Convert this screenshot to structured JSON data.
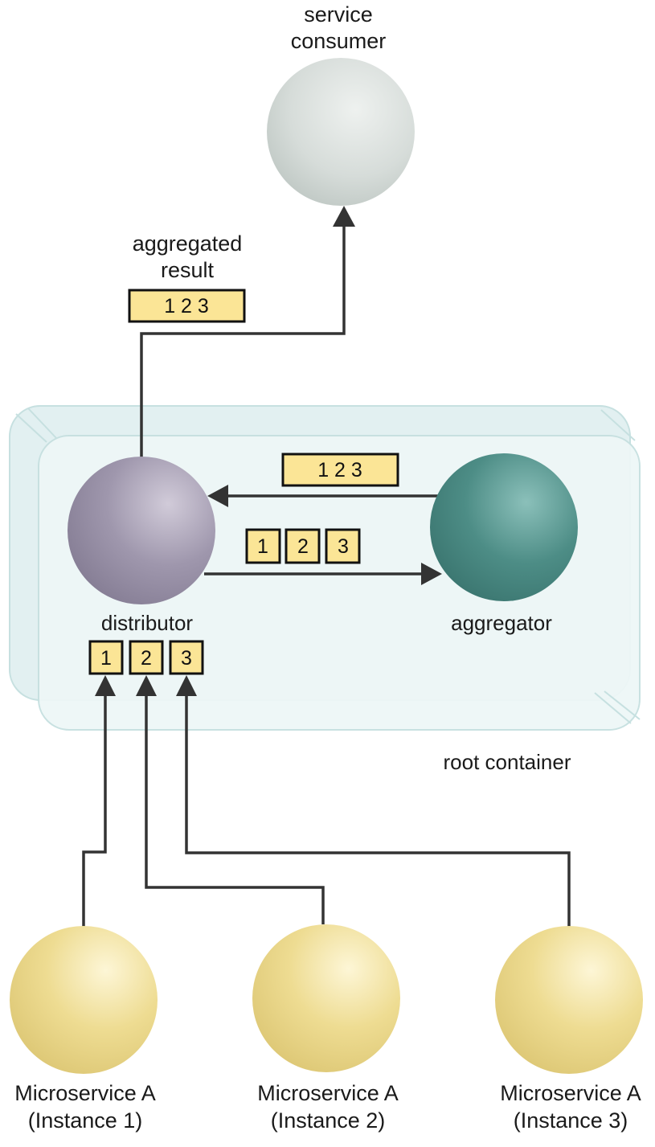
{
  "nodes": {
    "service_consumer": {
      "line1": "service",
      "line2": "consumer"
    },
    "distributor": {
      "label": "distributor"
    },
    "aggregator": {
      "label": "aggregator"
    },
    "instance_1": {
      "line1": "Microservice A",
      "line2": "(Instance 1)"
    },
    "instance_2": {
      "line1": "Microservice A",
      "line2": "(Instance 2)"
    },
    "instance_3": {
      "line1": "Microservice A",
      "line2": "(Instance 3)"
    }
  },
  "container": {
    "label": "root container"
  },
  "aggregated_result": {
    "line1": "aggregated",
    "line2": "result",
    "box": "1 2 3"
  },
  "container_messages": {
    "combined": "1 2 3",
    "parts": [
      "1",
      "2",
      "3"
    ]
  },
  "incoming_messages": [
    "1",
    "2",
    "3"
  ],
  "colors": {
    "consumer": "#d9dedc",
    "distributor": "#9e96ab",
    "aggregator": "#4d8c86",
    "microservice": "#ecd98e",
    "message_box": "#fbe596",
    "container": "#e3f1f2"
  }
}
